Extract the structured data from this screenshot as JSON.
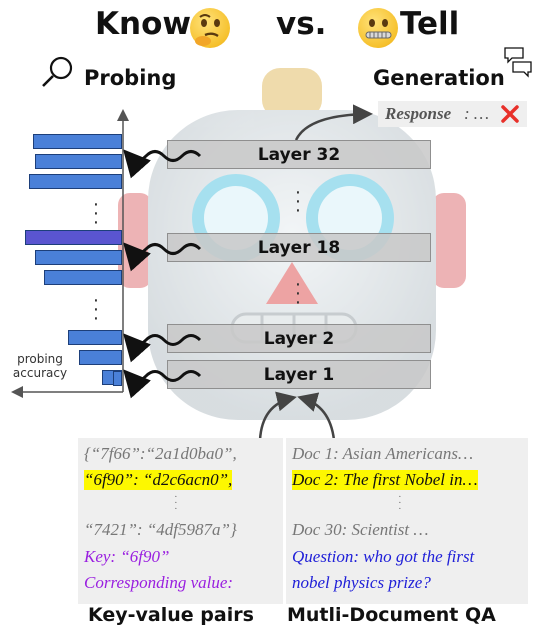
{
  "title": {
    "left_word": "Know",
    "vs": "vs.",
    "right_word": "Tell",
    "left_emoji": "thinking-face-icon",
    "right_emoji": "zipper-mouth-face-icon"
  },
  "probing": {
    "label": "Probing",
    "icon": "magnifier-icon"
  },
  "generation": {
    "label": "Generation",
    "icon": "speech-bubbles-icon"
  },
  "response": {
    "label": "Response",
    "text": ": …",
    "status_icon": "red-cross-icon"
  },
  "layers": [
    "Layer 32",
    "Layer 18",
    "Layer 2",
    "Layer 1"
  ],
  "probe_axis_label": [
    "probing",
    "accuracy"
  ],
  "probe_bars": {
    "groups": [
      {
        "layer": "Layer 32",
        "values": [
          0.89,
          0.87,
          0.93
        ]
      },
      {
        "layer": "Layer 18",
        "values": [
          0.97,
          0.87,
          0.78
        ]
      },
      {
        "layer": "Layer 2",
        "values": [
          0.54,
          0.43,
          0.2
        ]
      },
      {
        "layer": "Layer 1",
        "values": [
          0.09
        ]
      }
    ],
    "colors": {
      "default": "#4a80d8",
      "highlight": "#5a55d0"
    }
  },
  "kv_panel": {
    "lines": [
      "{“7f66”:“2a1d0ba0”,",
      "“6f90”: “d2c6acn0”,",
      "⋮",
      "“7421”: “4df5987a”}",
      "Key: “6f90”",
      "Corresponding value:"
    ],
    "caption": "Key-value pairs"
  },
  "qa_panel": {
    "lines": [
      "Doc 1: Asian Americans…",
      "Doc 2: The first Nobel in…",
      "⋮",
      "Doc 30: Scientist …",
      "Question: who got the first",
      "nobel physics prize?"
    ],
    "caption": "Mutli-Document QA"
  },
  "colors": {
    "highlight": "#fdf800",
    "query_purple": "#9a20e0",
    "question_blue": "#2020d8",
    "muted_text": "#777777",
    "cross": "#e8302a"
  }
}
